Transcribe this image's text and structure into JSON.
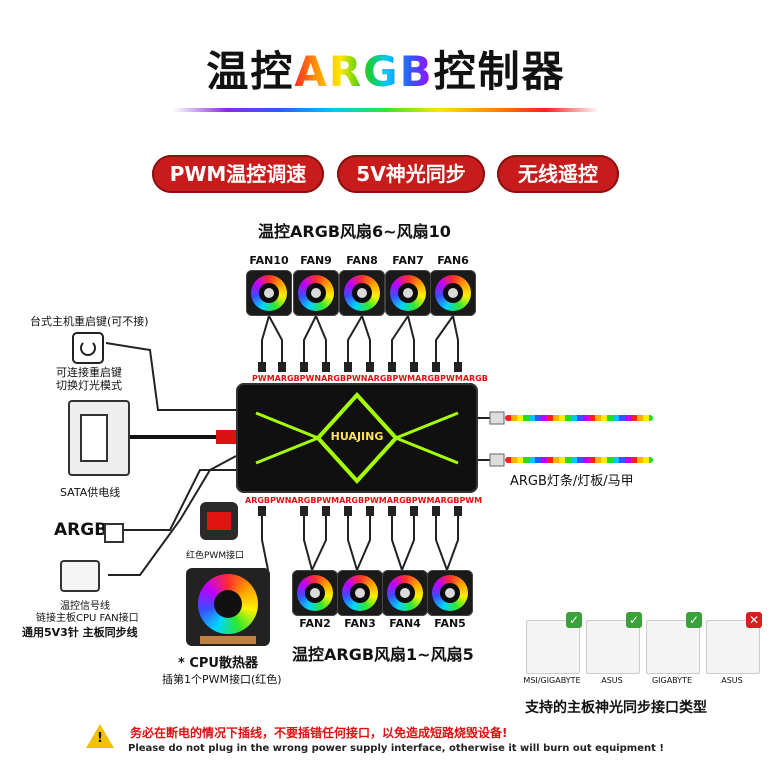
{
  "title": {
    "part1": "温控",
    "part2": "ARGB",
    "part3": "控制器"
  },
  "badges": [
    "PWM温控调速",
    "5V神光同步",
    "无线遥控"
  ],
  "top_group_label": "温控ARGB风扇6~风扇10",
  "bottom_group_label": "温控ARGB风扇1~风扇5",
  "fans_top": [
    "FAN10",
    "FAN9",
    "FAN8",
    "FAN7",
    "FAN6"
  ],
  "fans_bottom": [
    "FAN2",
    "FAN3",
    "FAN4",
    "FAN5"
  ],
  "top_ports": [
    "PWM",
    "ARGB",
    "PWN",
    "ARGB",
    "PWN",
    "ARGB",
    "PWM",
    "ARGB",
    "PWM",
    "ARGB"
  ],
  "bottom_ports": [
    "ARGB",
    "PWN",
    "ARGB",
    "PWM",
    "ARGB",
    "PWM",
    "ARGB",
    "PWM",
    "ARGB",
    "PWM"
  ],
  "hub_brand": "HUAJING",
  "left_labels": {
    "reset_title": "台式主机重启键(可不接)",
    "reset_desc_1": "可连接重启键",
    "reset_desc_2": "切换灯光模式",
    "sata_label": "SATA供电线",
    "argb_label": "ARGB",
    "signal_1": "温控信号线",
    "signal_2": "链接主板CPU FAN接口",
    "signal_3": "通用5V3针 主板同步线",
    "red_pwm": "红色PWM接口",
    "cpu_cooler": "* CPU散热器",
    "cpu_cooler_note": "插第1个PWM接口(红色)"
  },
  "right_strip_label": "ARGB灯条/灯板/马甲",
  "boards": [
    {
      "name": "MSI/GIGABYTE",
      "status": "ok"
    },
    {
      "name": "ASUS",
      "status": "ok"
    },
    {
      "name": "GIGABYTE",
      "status": "ok"
    },
    {
      "name": "ASUS",
      "status": "no"
    }
  ],
  "board_section_title": "支持的主板神光同步接口类型",
  "warning_cn": "务必在断电的情况下插线，不要插错任何接口，以免造成短路烧毁设备!",
  "warning_en": "Please do not plug in the wrong power supply interface, otherwise it will burn out equipment !",
  "colors": {
    "accent_red": "#c81b1b",
    "ok_green": "#3aa03a",
    "no_red": "#d42020",
    "hub_green": "#a6ff00"
  }
}
